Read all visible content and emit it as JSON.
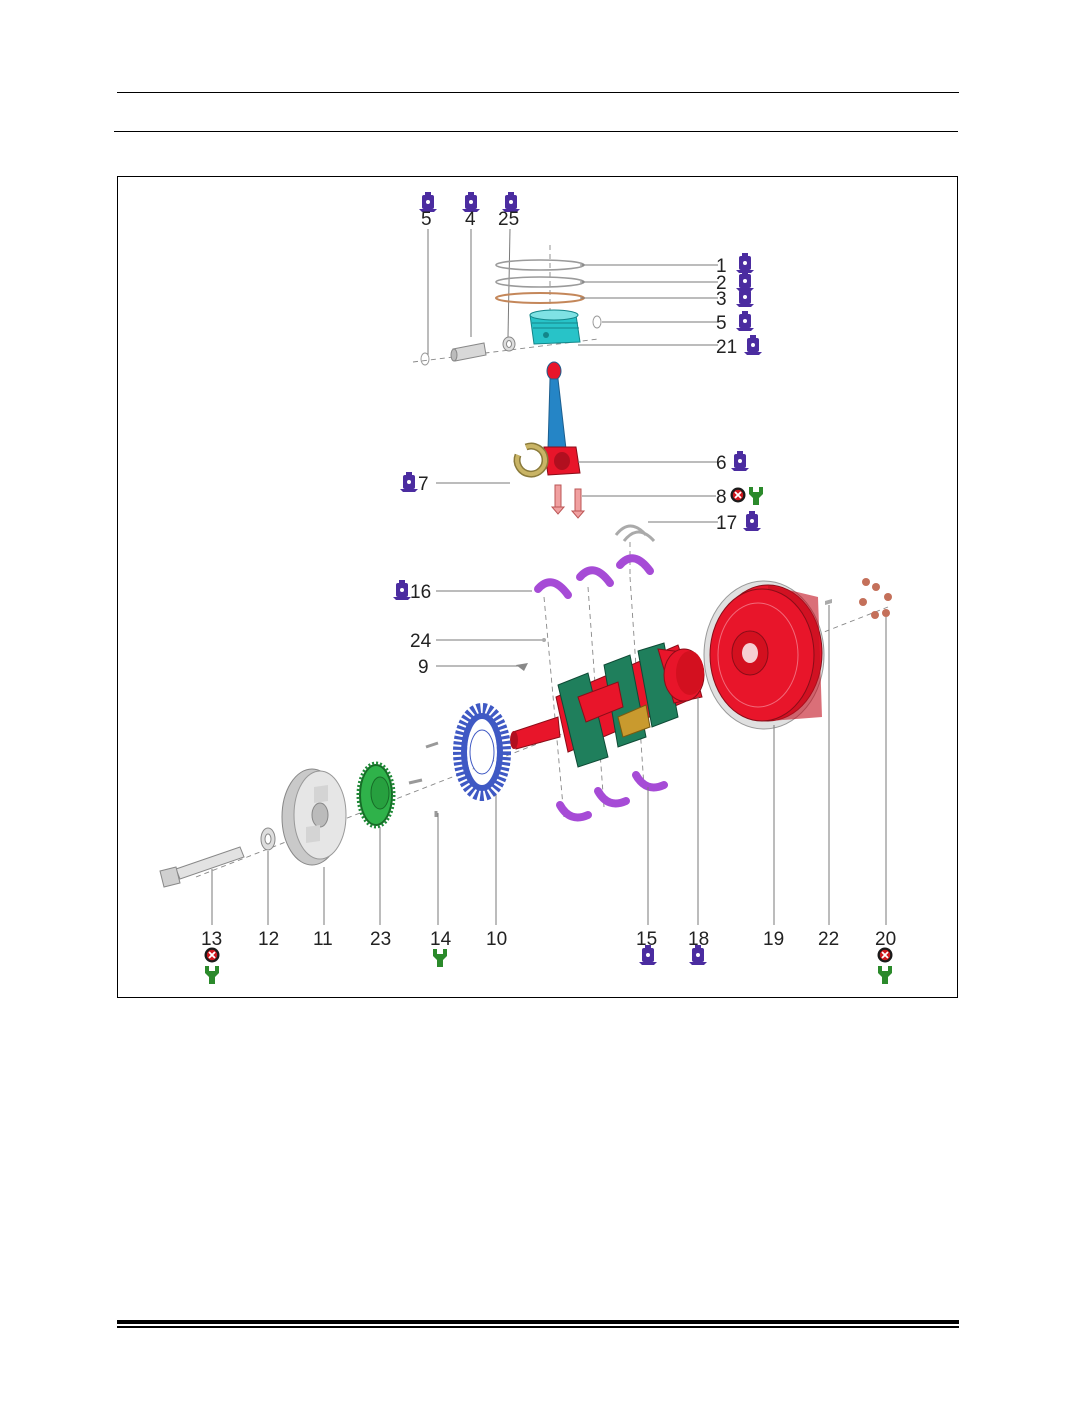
{
  "diagram": {
    "labels": {
      "top_5": "5",
      "top_4": "4",
      "top_25": "25",
      "r1": "1",
      "r2": "2",
      "r3": "3",
      "r5": "5",
      "r21": "21",
      "r6": "6",
      "l7": "7",
      "r8": "8",
      "r17": "17",
      "l16": "16",
      "l24": "24",
      "l9": "9",
      "b13": "13",
      "b12": "12",
      "b11": "11",
      "b23": "23",
      "b14": "14",
      "b10": "10",
      "b15": "15",
      "b18": "18",
      "b19": "19",
      "b22": "22",
      "b20": "20"
    },
    "colors": {
      "marker_purple": "#4b2ca0",
      "bearing_purple": "#a64bd6",
      "crank_red": "#e8152a",
      "crank_green": "#1f7f5c",
      "piston_cyan": "#28c3c8",
      "rod_blue": "#2585c6",
      "gear_green": "#2fb24a",
      "trigger_blue": "#3f59c4",
      "pulley_grey": "#c9c9c9",
      "replace_red": "#d0171d",
      "wrench_green": "#2b8a2b"
    },
    "icons": [
      "oil-can-icon",
      "do-not-reuse-icon",
      "torque-wrench-icon"
    ]
  }
}
